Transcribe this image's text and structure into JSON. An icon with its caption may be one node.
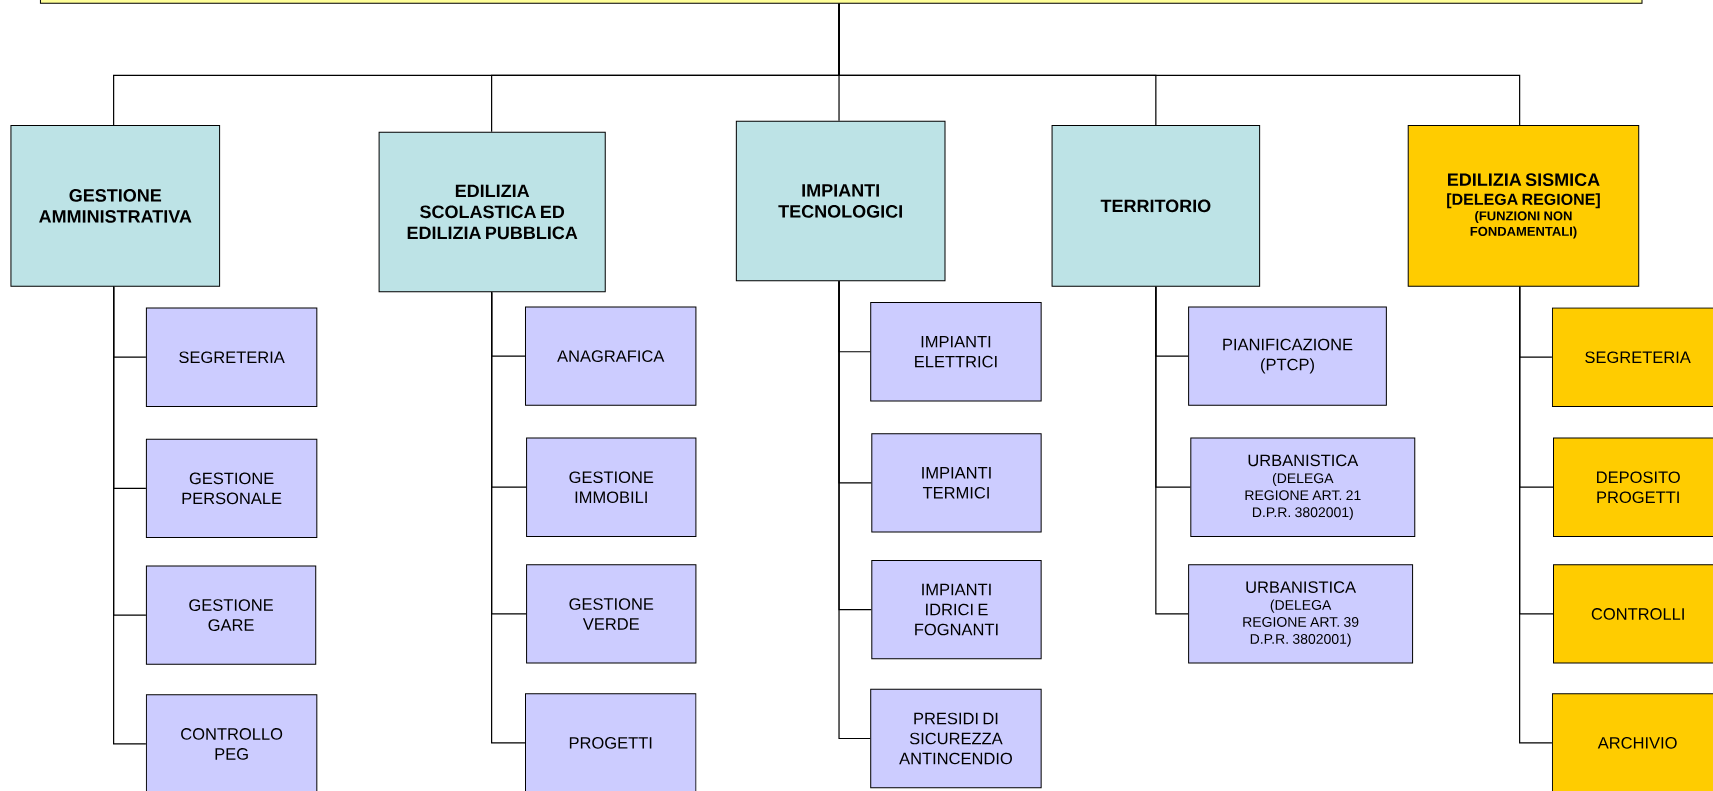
{
  "diagram": {
    "nodes": [
      {
        "text": [],
        "shape": "box"
      },
      {
        "text": [
          "GESTIONE AMMINISTRATIVA"
        ]
      },
      {
        "text": [
          "SEGRETERIA"
        ]
      },
      {
        "text": [
          "GESTIONE PERSONALE"
        ]
      },
      {
        "text": [
          "GESTIONE GARE"
        ]
      },
      {
        "text": [
          "CONTROLLO PEG"
        ]
      },
      {
        "text": [
          "EDILIZIA SCOLASTICA ED EDILIZIA PUBBLICA"
        ]
      },
      {
        "text": [
          "ANAGRAFICA"
        ]
      },
      {
        "text": [
          "GESTIONE IMMOBILI"
        ]
      },
      {
        "text": [
          "GESTIONE VERDE"
        ]
      },
      {
        "text": [
          "PROGETTI"
        ]
      },
      {
        "text": [
          "IMPIANTI TECNOLOGICI"
        ]
      },
      {
        "text": [
          "IMPIANTI ELETTRICI"
        ]
      },
      {
        "text": [
          "IMPIANTI TERMICI"
        ]
      },
      {
        "text": [
          "IMPIANTI IDRICI E FOGNANTI"
        ]
      },
      {
        "text": [
          "PRESIDI DI SICUREZZA ANTINCENDIO"
        ]
      },
      {
        "text": [
          "TERRITORIO"
        ]
      },
      {
        "text": [
          "PIANIFICAZIONE (PTCP)"
        ]
      },
      {
        "text": [
          "URBANISTICA",
          "(DELEGA REGIONE ART. 21 D.P.R. 3802001)"
        ]
      },
      {
        "text": [
          "URBANISTICA",
          "(DELEGA REGIONE ART. 39 D.P.R. 3802001)"
        ]
      },
      {
        "text": [
          "EDILIZIA SISMICA",
          "[DELEGA REGIONE]",
          "(FUNZIONI NON FONDAMENTALI)"
        ]
      },
      {
        "text": [
          "SEGRETERIA"
        ]
      },
      {
        "text": [
          "DEPOSITO PROGETTI"
        ]
      },
      {
        "text": [
          "CONTROLLI"
        ]
      },
      {
        "text": [
          "ARCHIVIO"
        ]
      }
    ],
    "edges": [
      {
        "from": 0,
        "to": 1,
        "arrow": "none"
      },
      {
        "from": 0,
        "to": 6,
        "arrow": "none"
      },
      {
        "from": 0,
        "to": 11,
        "arrow": "none"
      },
      {
        "from": 0,
        "to": 16,
        "arrow": "none"
      },
      {
        "from": 0,
        "to": 20,
        "arrow": "none"
      },
      {
        "from": 1,
        "to": 2,
        "arrow": "none"
      },
      {
        "from": 1,
        "to": 3,
        "arrow": "none"
      },
      {
        "from": 1,
        "to": 4,
        "arrow": "none"
      },
      {
        "from": 1,
        "to": 5,
        "arrow": "none"
      },
      {
        "from": 6,
        "to": 7,
        "arrow": "none"
      },
      {
        "from": 6,
        "to": 8,
        "arrow": "none"
      },
      {
        "from": 6,
        "to": 9,
        "arrow": "none"
      },
      {
        "from": 6,
        "to": 10,
        "arrow": "none"
      },
      {
        "from": 11,
        "to": 12,
        "arrow": "none"
      },
      {
        "from": 11,
        "to": 13,
        "arrow": "none"
      },
      {
        "from": 11,
        "to": 14,
        "arrow": "none"
      },
      {
        "from": 11,
        "to": 15,
        "arrow": "none"
      },
      {
        "from": 16,
        "to": 17,
        "arrow": "none"
      },
      {
        "from": 16,
        "to": 18,
        "arrow": "none"
      },
      {
        "from": 16,
        "to": 19,
        "arrow": "none"
      },
      {
        "from": 20,
        "to": 21,
        "arrow": "none"
      },
      {
        "from": 20,
        "to": 22,
        "arrow": "none"
      },
      {
        "from": 20,
        "to": 23,
        "arrow": "none"
      },
      {
        "from": 20,
        "to": 24,
        "arrow": "none"
      }
    ]
  }
}
